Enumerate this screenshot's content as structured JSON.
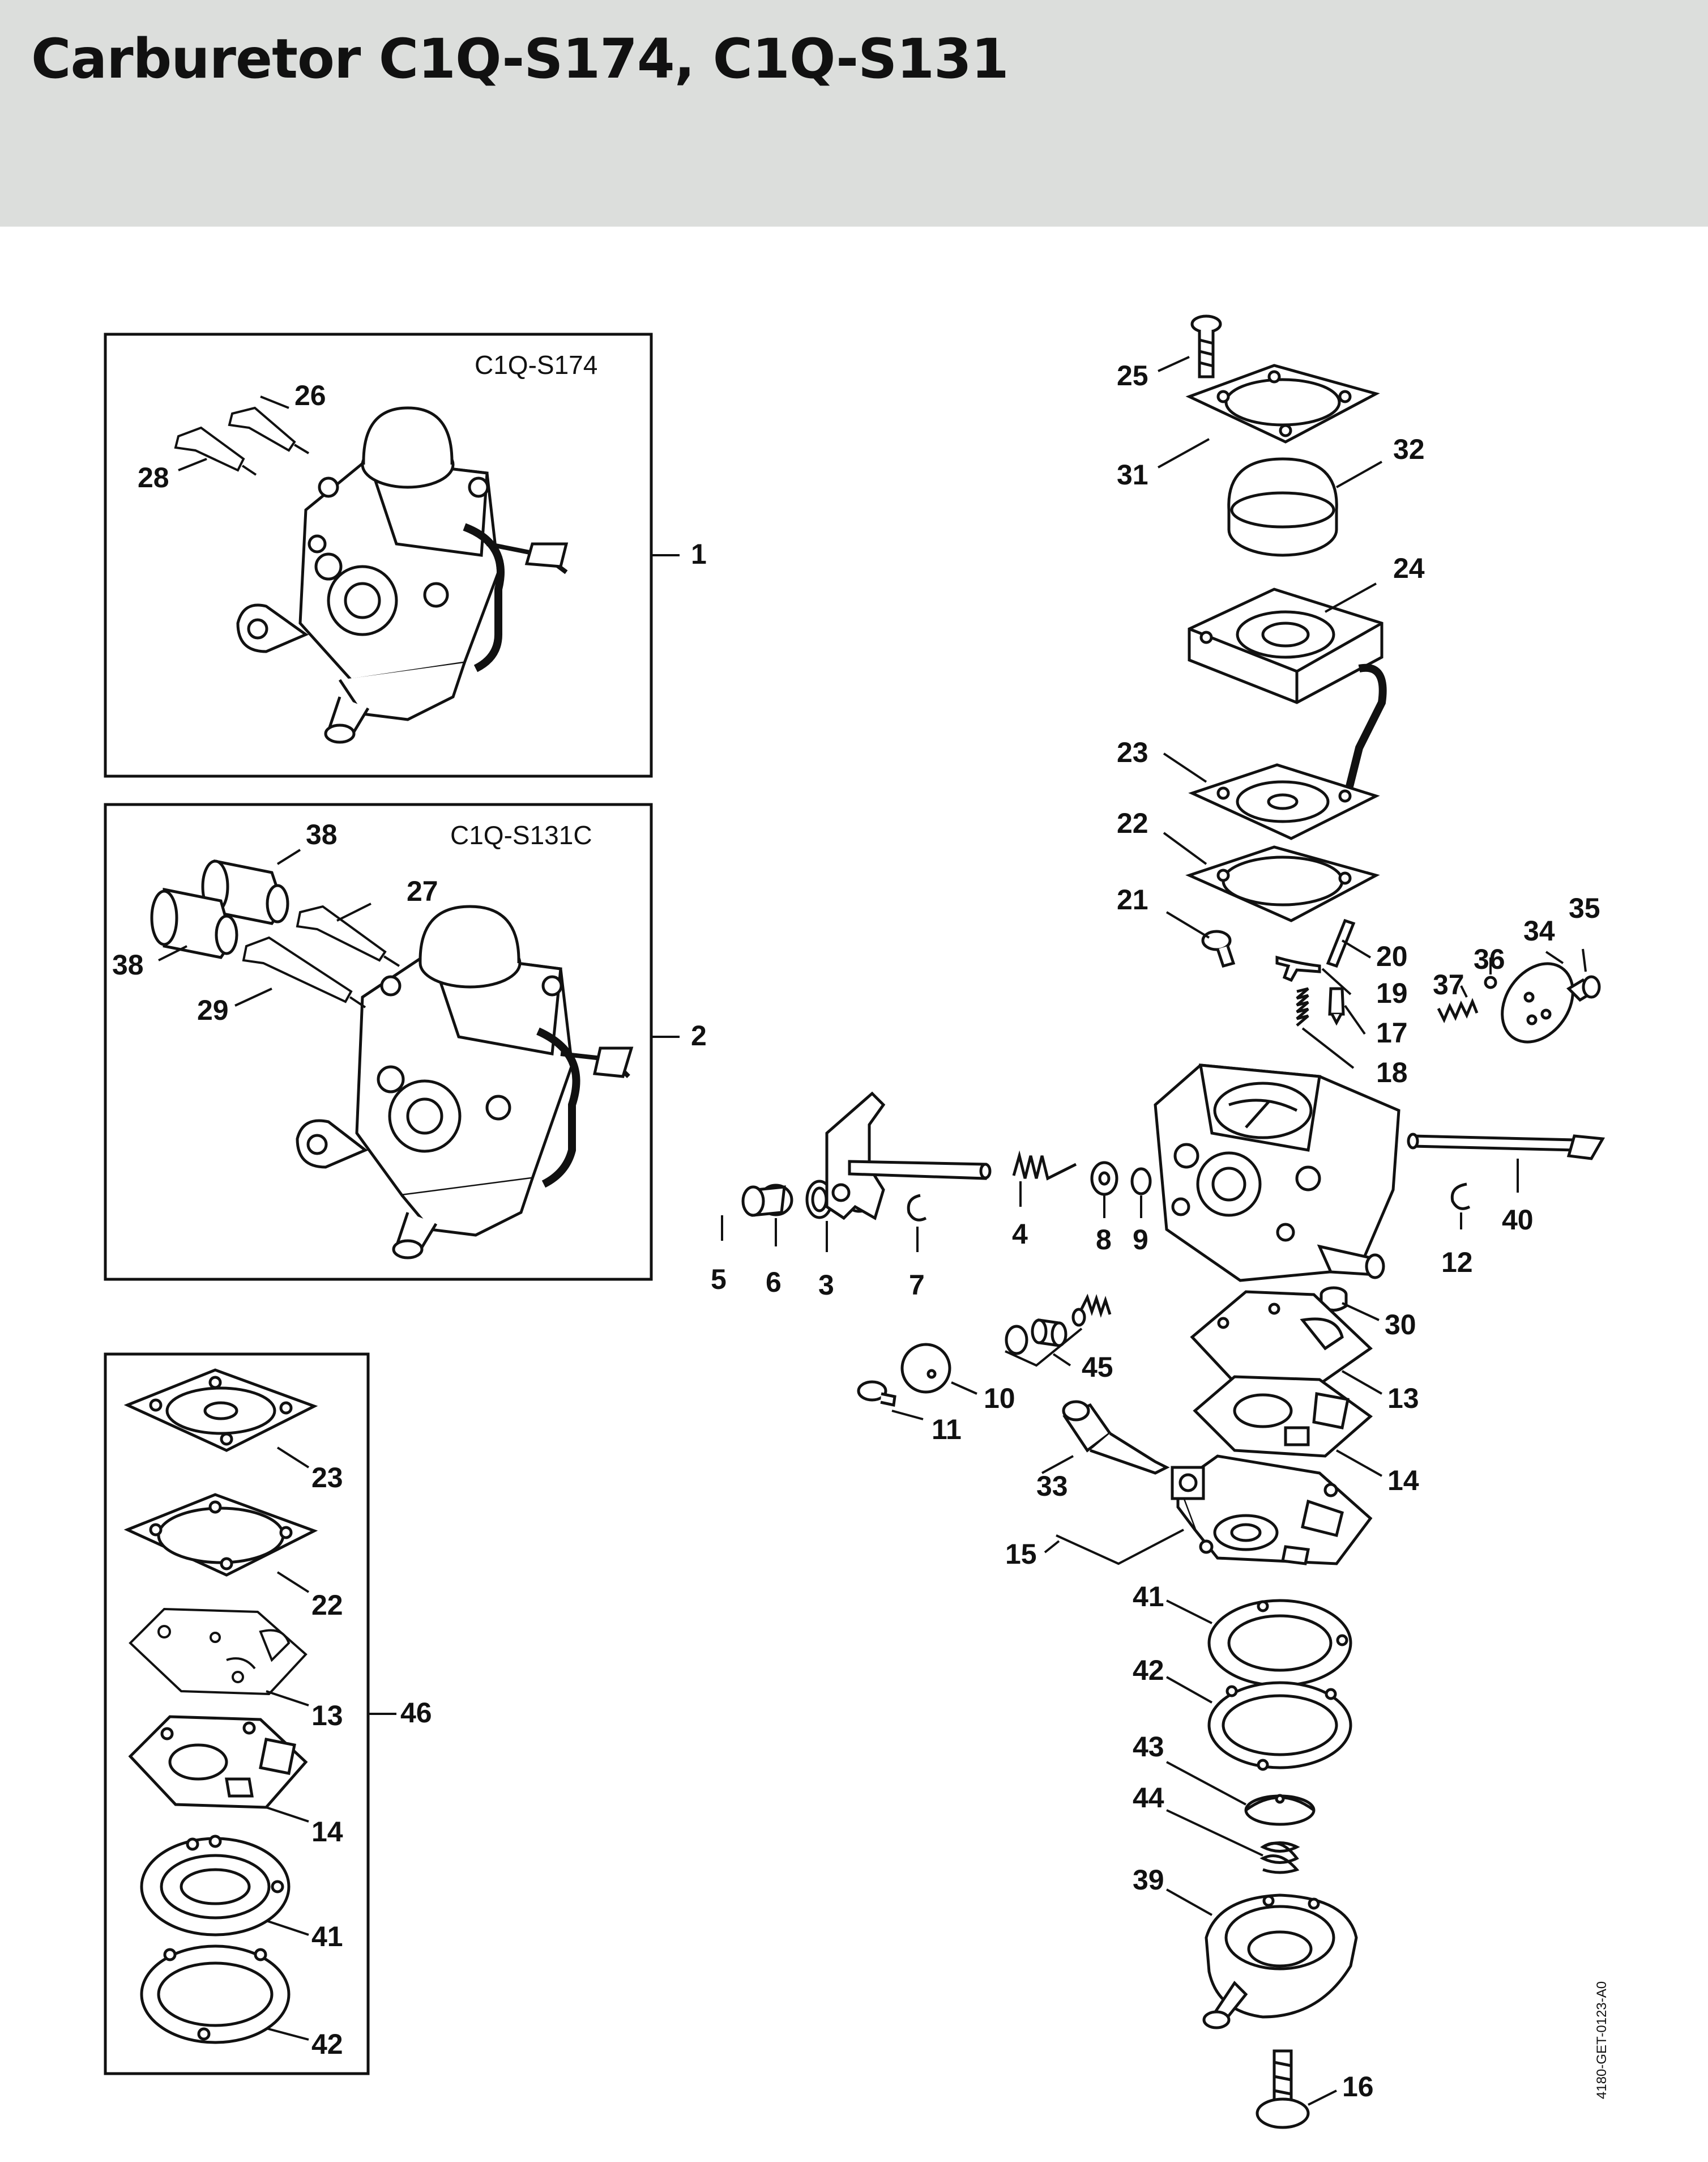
{
  "page": {
    "title": "Carburetor C1Q-S174, C1Q-S131"
  },
  "panels": {
    "s174": {
      "label": "C1Q-S174"
    },
    "s131c": {
      "label": "C1Q-S131C"
    }
  },
  "callouts": {
    "1": "1",
    "2": "2",
    "3": "3",
    "4": "4",
    "5": "5",
    "6": "6",
    "7": "7",
    "8": "8",
    "9": "9",
    "10": "10",
    "11": "11",
    "12": "12",
    "13": "13",
    "14": "14",
    "15": "15",
    "16": "16",
    "17": "17",
    "18": "18",
    "19": "19",
    "20": "20",
    "21": "21",
    "22": "22",
    "23": "23",
    "24": "24",
    "25": "25",
    "26": "26",
    "27": "27",
    "28": "28",
    "29": "29",
    "30": "30",
    "31": "31",
    "32": "32",
    "33": "33",
    "34": "34",
    "35": "35",
    "36": "36",
    "37": "37",
    "38": "38",
    "39": "39",
    "40": "40",
    "41": "41",
    "42": "42",
    "43": "43",
    "44": "44",
    "45": "45",
    "46": "46"
  },
  "doc_id": "4180-GET-0123-A0"
}
